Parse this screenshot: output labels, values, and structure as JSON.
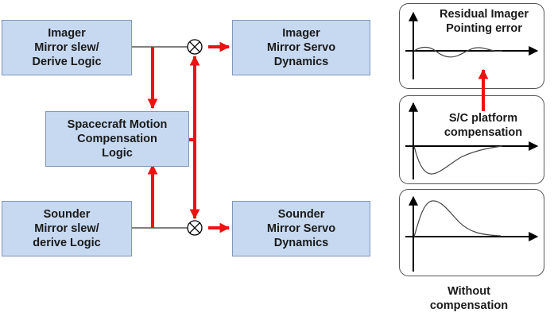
{
  "blocks": {
    "imager_slew": "Imager\nMirror slew/\nDerive Logic",
    "imager_servo": "Imager\nMirror Servo\nDynamics",
    "motion_comp": "Spacecraft Motion\nCompensation\nLogic",
    "sounder_slew": "Sounder\nMirror slew/\nderive Logic",
    "sounder_servo": "Sounder\nMirror Servo\nDynamics"
  },
  "plots": {
    "residual": "Residual Imager\nPointing error",
    "platform": "S/C platform\ncompensation",
    "without": "Without\ncompensation"
  },
  "colors": {
    "arrow": "#ee1111",
    "box_fill": "#c6d9f1",
    "line": "#000000"
  }
}
